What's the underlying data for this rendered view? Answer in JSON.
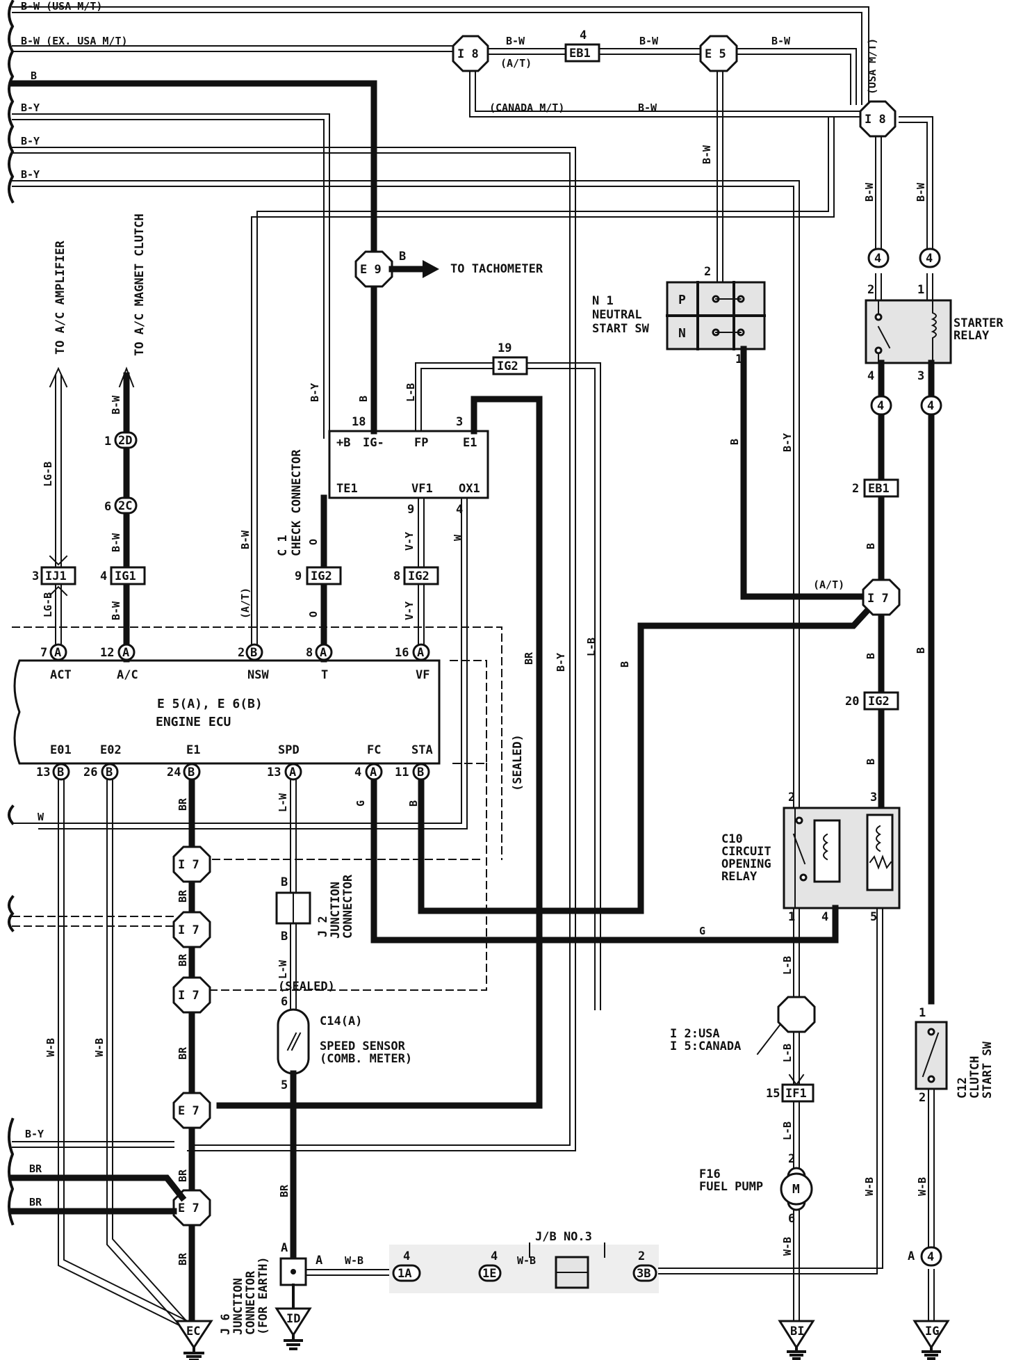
{
  "top_wires": {
    "bw_usa_mt": "B-W  (USA M/T)",
    "bw_ex_usa_mt": "B-W  (EX. USA M/T)",
    "b": "B",
    "by1": "B-Y",
    "by2": "B-Y",
    "by3": "B-Y"
  },
  "wire_labels": {
    "bw": "B-W",
    "at": "(A/T)",
    "canada_mt": "(CANADA M/T)",
    "usa_mt": "(USA M/T)",
    "b": "B",
    "by": "B-Y",
    "lb": "L-B",
    "lgb": "LG-B",
    "vy": "V-Y",
    "o": "O",
    "w": "W",
    "br": "BR",
    "g": "G",
    "lw": "L-W",
    "wb": "W-B",
    "sealed": "(SEALED)"
  },
  "connectors": {
    "i8": "I 8",
    "eb1": "EB1",
    "e5": "E 5",
    "e9": "E 9",
    "ig2": "IG2",
    "ij1": "IJ1",
    "ig1": "IG1",
    "c2d": "2D",
    "c2c": "2C",
    "i7": "I 7",
    "e7": "E 7",
    "if1": "IF1",
    "c1a": "1A",
    "c1e": "1E",
    "c3b": "3B",
    "c4": "4"
  },
  "pins": {
    "p1": "1",
    "p2": "2",
    "p3": "3",
    "p4": "4",
    "p5": "5",
    "p6": "6",
    "p7": "7",
    "p8": "8",
    "p9": "9",
    "p11": "11",
    "p12": "12",
    "p13": "13",
    "p15": "15",
    "p16": "16",
    "p18": "18",
    "p19": "19",
    "p20": "20",
    "p24": "24",
    "p26": "26",
    "pa": "A"
  },
  "components": {
    "to_tachometer": "TO TACHOMETER",
    "to_ac_amplifier": "TO A/C AMPLIFIER",
    "to_ac_magnet_clutch": "TO A/C MAGNET CLUTCH",
    "neutral_start_id": "N 1",
    "neutral_start_line1": "NEUTRAL",
    "neutral_start_line2": "START SW",
    "nsw_p": "P",
    "nsw_n": "N",
    "starter_relay_line1": "STARTER",
    "starter_relay_line2": "RELAY",
    "check_connector_id": "C 1",
    "check_connector_name": "CHECK CONNECTOR",
    "cc_pin_b": "+B",
    "cc_pin_ig": "IG-",
    "cc_pin_fp": "FP",
    "cc_pin_e1": "E1",
    "cc_pin_te1": "TE1",
    "cc_pin_vf1": "VF1",
    "cc_pin_ox1": "OX1",
    "ecu_id": "E 5(A), E 6(B)",
    "ecu_name": "ENGINE ECU",
    "ecu_act": "ACT",
    "ecu_ac": "A/C",
    "ecu_nsw": "NSW",
    "ecu_t": "T",
    "ecu_vf": "VF",
    "ecu_e01": "E01",
    "ecu_e02": "E02",
    "ecu_e1": "E1",
    "ecu_spd": "SPD",
    "ecu_fc": "FC",
    "ecu_sta": "STA",
    "sealed_label": "(SEALED)",
    "cor_id": "C10",
    "cor_line1": "CIRCUIT",
    "cor_line2": "OPENING",
    "cor_line3": "RELAY",
    "jc_j2_id": "J 2",
    "jc_j2_name1": "JUNCTION",
    "jc_j2_name2": "CONNECTOR",
    "speed_sensor_id": "C14(A)",
    "speed_sensor_line1": "SPEED SENSOR",
    "speed_sensor_line2": "(COMB. METER)",
    "i2_usa": "I 2:USA",
    "i5_canada": "I 5:CANADA",
    "clutch_id": "C12",
    "clutch_line1": "CLUTCH",
    "clutch_line2": "START SW",
    "fuel_pump_id": "F16",
    "fuel_pump_name": "FUEL PUMP",
    "motor_m": "M",
    "jb3": "J/B NO.3",
    "j6_id": "J 6",
    "j6_line1": "JUNCTION",
    "j6_line2": "CONNECTOR",
    "j6_line3": "(FOR EARTH)",
    "ground_ec": "EC",
    "ground_id": "ID",
    "ground_bi": "BI",
    "ground_ig": "IG"
  }
}
